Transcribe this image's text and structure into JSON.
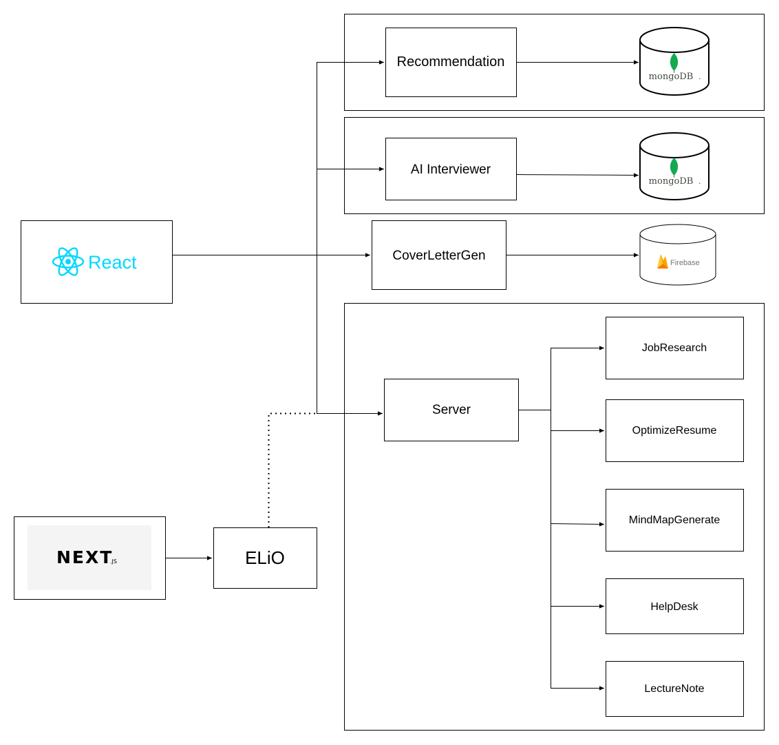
{
  "nodes": {
    "recommendation": "Recommendation",
    "ai_interviewer": "AI Interviewer",
    "cover_letter_gen": "CoverLetterGen",
    "server": "Server",
    "elio": "ELiO",
    "job_research": "JobResearch",
    "optimize_resume": "OptimizeResume",
    "mind_map_generate": "MindMapGenerate",
    "help_desk": "HelpDesk",
    "lecture_note": "LectureNote"
  },
  "logos": {
    "react": {
      "label": "React",
      "icon": "react-atom-icon",
      "color": "#00d8ff"
    },
    "nextjs": {
      "label": "NEXT",
      "suffix": ".JS",
      "icon": "nextjs-logo"
    },
    "mongodb_1": {
      "label": "mongoDB",
      "suffix": ".",
      "icon": "mongodb-leaf-icon",
      "color": "#13aa52"
    },
    "mongodb_2": {
      "label": "mongoDB",
      "suffix": ".",
      "icon": "mongodb-leaf-icon",
      "color": "#13aa52"
    },
    "firebase": {
      "label": "Firebase",
      "icon": "firebase-flame-icon",
      "color": "#ffa000"
    }
  }
}
